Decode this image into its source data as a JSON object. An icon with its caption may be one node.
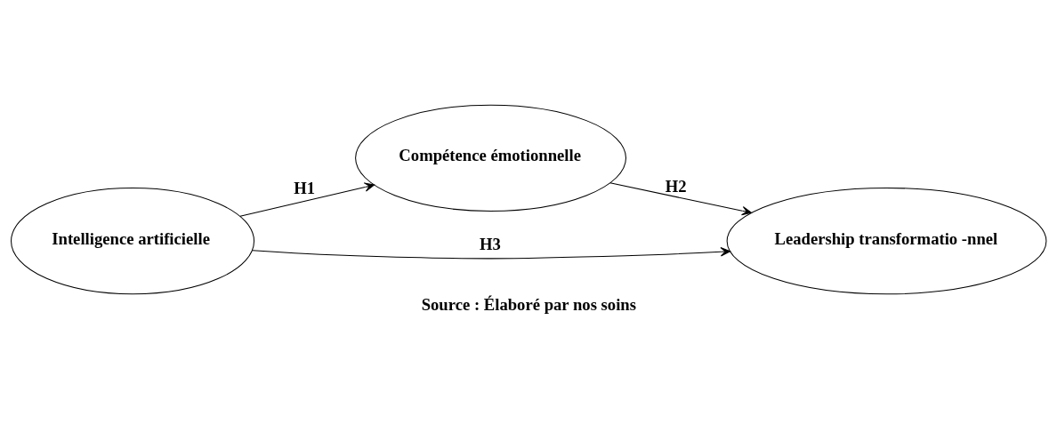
{
  "diagram": {
    "caption": "Source : Élaboré par nos soins",
    "nodes": [
      {
        "text": [
          "Compétence émotionnelle"
        ]
      },
      {
        "text": [
          "Intelligence artificielle"
        ]
      },
      {
        "text": [
          "Leadership transformatio -nnel"
        ]
      }
    ],
    "edges": [
      {
        "from": 1,
        "to": 0,
        "arrow": "to",
        "label": "H1"
      },
      {
        "from": 0,
        "to": 2,
        "arrow": "to",
        "label": "H2"
      },
      {
        "from": 1,
        "to": 2,
        "arrow": "to",
        "label": "H3"
      }
    ]
  }
}
